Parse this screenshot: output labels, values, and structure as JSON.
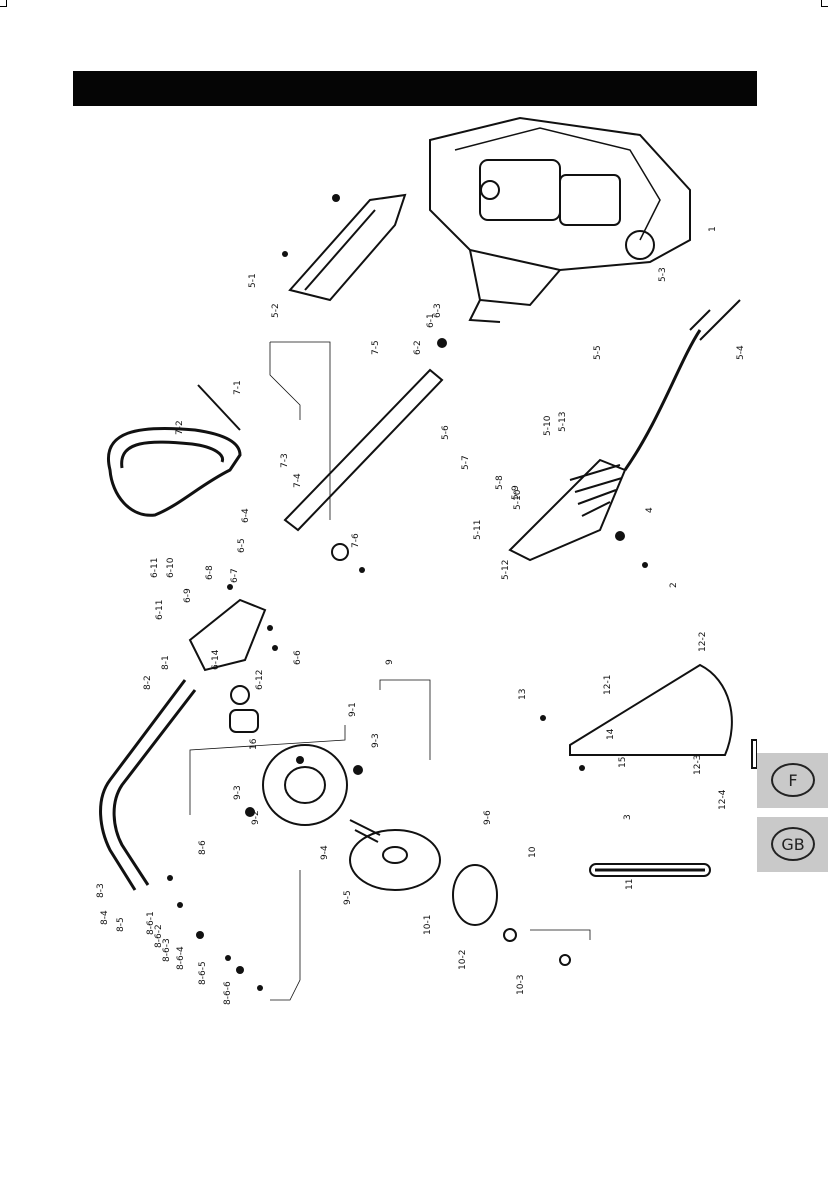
{
  "tabs": [
    {
      "label": "F"
    },
    {
      "label": "GB"
    }
  ],
  "labels": [
    "1",
    "5-1",
    "5-2",
    "6-1",
    "6-2",
    "6-3",
    "7-1",
    "7-2",
    "7-3",
    "7-4",
    "7-5",
    "7-6",
    "5-3",
    "5-4",
    "5-5",
    "5-6",
    "5-7",
    "5-8",
    "5-9",
    "5-10",
    "5-10",
    "5-11",
    "5-12",
    "5-13",
    "4",
    "2",
    "6-4",
    "6-5",
    "6-6",
    "6-7",
    "6-8",
    "6-9",
    "6-10",
    "6-11",
    "6-11",
    "6-12",
    "6-14",
    "8-1",
    "8-2",
    "8-3",
    "8-4",
    "8-5",
    "8-6",
    "8-6-1",
    "8-6-2",
    "8-6-3",
    "8-6-4",
    "8-6-5",
    "8-6-6",
    "9",
    "9-1",
    "9-2",
    "9-3",
    "9-3",
    "9-4",
    "9-5",
    "9-6",
    "10",
    "10-1",
    "10-2",
    "10-3",
    "11",
    "12-1",
    "12-2",
    "12-3",
    "12-4",
    "13",
    "14",
    "15",
    "16",
    "3"
  ]
}
